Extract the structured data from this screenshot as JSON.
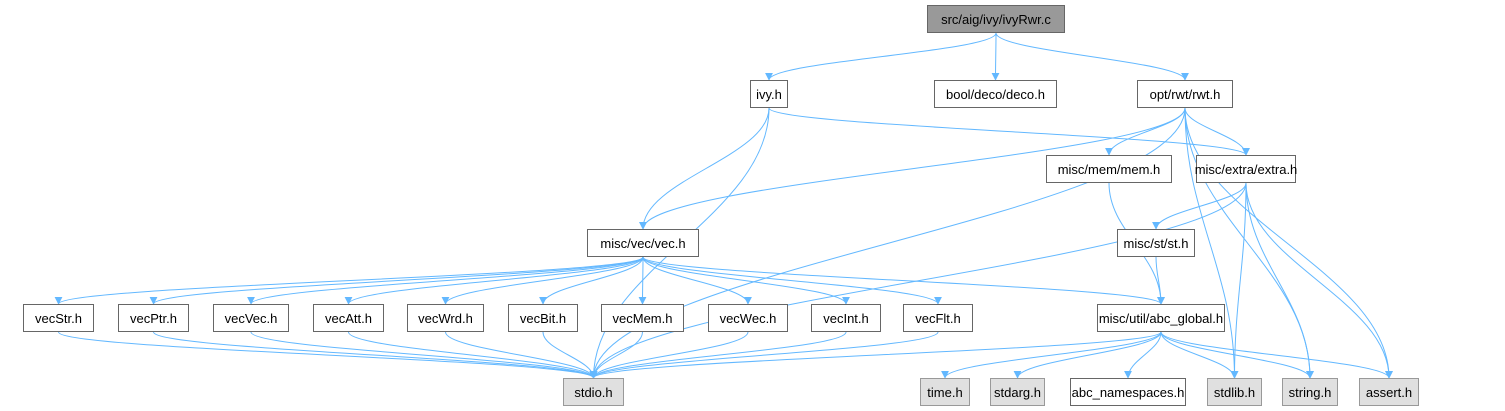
{
  "graph": {
    "title": "src/aig/ivy/ivyRwr.c",
    "edge_color": "#63b8ff",
    "nodes": [
      {
        "id": "root",
        "label": "src/aig/ivy/ivyRwr.c",
        "kind": "root"
      },
      {
        "id": "ivy",
        "label": "ivy.h",
        "kind": "normal"
      },
      {
        "id": "deco",
        "label": "bool/deco/deco.h",
        "kind": "normal"
      },
      {
        "id": "rwt",
        "label": "opt/rwt/rwt.h",
        "kind": "normal"
      },
      {
        "id": "mem",
        "label": "misc/mem/mem.h",
        "kind": "normal"
      },
      {
        "id": "extra",
        "label": "misc/extra/extra.h",
        "kind": "normal"
      },
      {
        "id": "vec",
        "label": "misc/vec/vec.h",
        "kind": "normal"
      },
      {
        "id": "st",
        "label": "misc/st/st.h",
        "kind": "normal"
      },
      {
        "id": "vecStr",
        "label": "vecStr.h",
        "kind": "normal"
      },
      {
        "id": "vecPtr",
        "label": "vecPtr.h",
        "kind": "normal"
      },
      {
        "id": "vecVec",
        "label": "vecVec.h",
        "kind": "normal"
      },
      {
        "id": "vecAtt",
        "label": "vecAtt.h",
        "kind": "normal"
      },
      {
        "id": "vecWrd",
        "label": "vecWrd.h",
        "kind": "normal"
      },
      {
        "id": "vecBit",
        "label": "vecBit.h",
        "kind": "normal"
      },
      {
        "id": "vecMem",
        "label": "vecMem.h",
        "kind": "normal"
      },
      {
        "id": "vecWec",
        "label": "vecWec.h",
        "kind": "normal"
      },
      {
        "id": "vecInt",
        "label": "vecInt.h",
        "kind": "normal"
      },
      {
        "id": "vecFlt",
        "label": "vecFlt.h",
        "kind": "normal"
      },
      {
        "id": "abc",
        "label": "misc/util/abc_global.h",
        "kind": "normal"
      },
      {
        "id": "stdio",
        "label": "stdio.h",
        "kind": "sys"
      },
      {
        "id": "time",
        "label": "time.h",
        "kind": "sys"
      },
      {
        "id": "stdarg",
        "label": "stdarg.h",
        "kind": "sys"
      },
      {
        "id": "ns",
        "label": "abc_namespaces.h",
        "kind": "normal"
      },
      {
        "id": "stdlib",
        "label": "stdlib.h",
        "kind": "sys"
      },
      {
        "id": "string",
        "label": "string.h",
        "kind": "sys"
      },
      {
        "id": "assert",
        "label": "assert.h",
        "kind": "sys"
      }
    ],
    "edges": [
      [
        "root",
        "ivy"
      ],
      [
        "root",
        "deco"
      ],
      [
        "root",
        "rwt"
      ],
      [
        "ivy",
        "stdio"
      ],
      [
        "ivy",
        "vec"
      ],
      [
        "ivy",
        "extra"
      ],
      [
        "rwt",
        "vec"
      ],
      [
        "rwt",
        "mem"
      ],
      [
        "rwt",
        "extra"
      ],
      [
        "rwt",
        "stdio"
      ],
      [
        "rwt",
        "stdlib"
      ],
      [
        "rwt",
        "string"
      ],
      [
        "rwt",
        "assert"
      ],
      [
        "mem",
        "abc"
      ],
      [
        "extra",
        "st"
      ],
      [
        "extra",
        "stdio"
      ],
      [
        "extra",
        "stdlib"
      ],
      [
        "extra",
        "string"
      ],
      [
        "extra",
        "assert"
      ],
      [
        "st",
        "abc"
      ],
      [
        "vec",
        "vecStr"
      ],
      [
        "vec",
        "vecPtr"
      ],
      [
        "vec",
        "vecVec"
      ],
      [
        "vec",
        "vecAtt"
      ],
      [
        "vec",
        "vecWrd"
      ],
      [
        "vec",
        "vecBit"
      ],
      [
        "vec",
        "vecMem"
      ],
      [
        "vec",
        "vecWec"
      ],
      [
        "vec",
        "vecInt"
      ],
      [
        "vec",
        "vecFlt"
      ],
      [
        "vec",
        "abc"
      ],
      [
        "vecStr",
        "stdio"
      ],
      [
        "vecPtr",
        "stdio"
      ],
      [
        "vecVec",
        "stdio"
      ],
      [
        "vecAtt",
        "stdio"
      ],
      [
        "vecWrd",
        "stdio"
      ],
      [
        "vecBit",
        "stdio"
      ],
      [
        "vecMem",
        "stdio"
      ],
      [
        "vecWec",
        "stdio"
      ],
      [
        "vecInt",
        "stdio"
      ],
      [
        "vecFlt",
        "stdio"
      ],
      [
        "abc",
        "stdio"
      ],
      [
        "abc",
        "time"
      ],
      [
        "abc",
        "stdarg"
      ],
      [
        "abc",
        "ns"
      ],
      [
        "abc",
        "stdlib"
      ],
      [
        "abc",
        "string"
      ],
      [
        "abc",
        "assert"
      ]
    ]
  }
}
